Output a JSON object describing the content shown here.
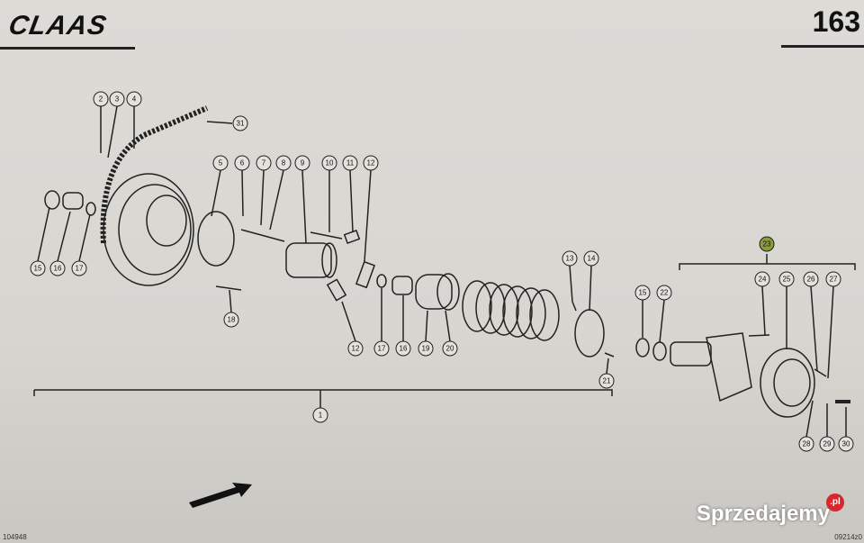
{
  "header": {
    "brand": "CLAAS",
    "page_number": "163"
  },
  "footer": {
    "figure_id_left": "104948",
    "figure_id_right": "09214z0"
  },
  "watermark": {
    "text": "Sprzedajemy",
    "badge": ".pl"
  },
  "callouts": [
    "2",
    "3",
    "4",
    "31",
    "5",
    "6",
    "7",
    "8",
    "9",
    "10",
    "11",
    "12",
    "15",
    "16",
    "17",
    "18",
    "13",
    "14",
    "15",
    "22",
    "12",
    "17",
    "16",
    "19",
    "20",
    "21",
    "1",
    "23",
    "24",
    "25",
    "26",
    "27",
    "28",
    "29",
    "30"
  ],
  "colors": {
    "paper": "#d9d7d2",
    "ink": "#111111",
    "highlight_23": "#8a9a3a",
    "badge": "#d9262d"
  }
}
